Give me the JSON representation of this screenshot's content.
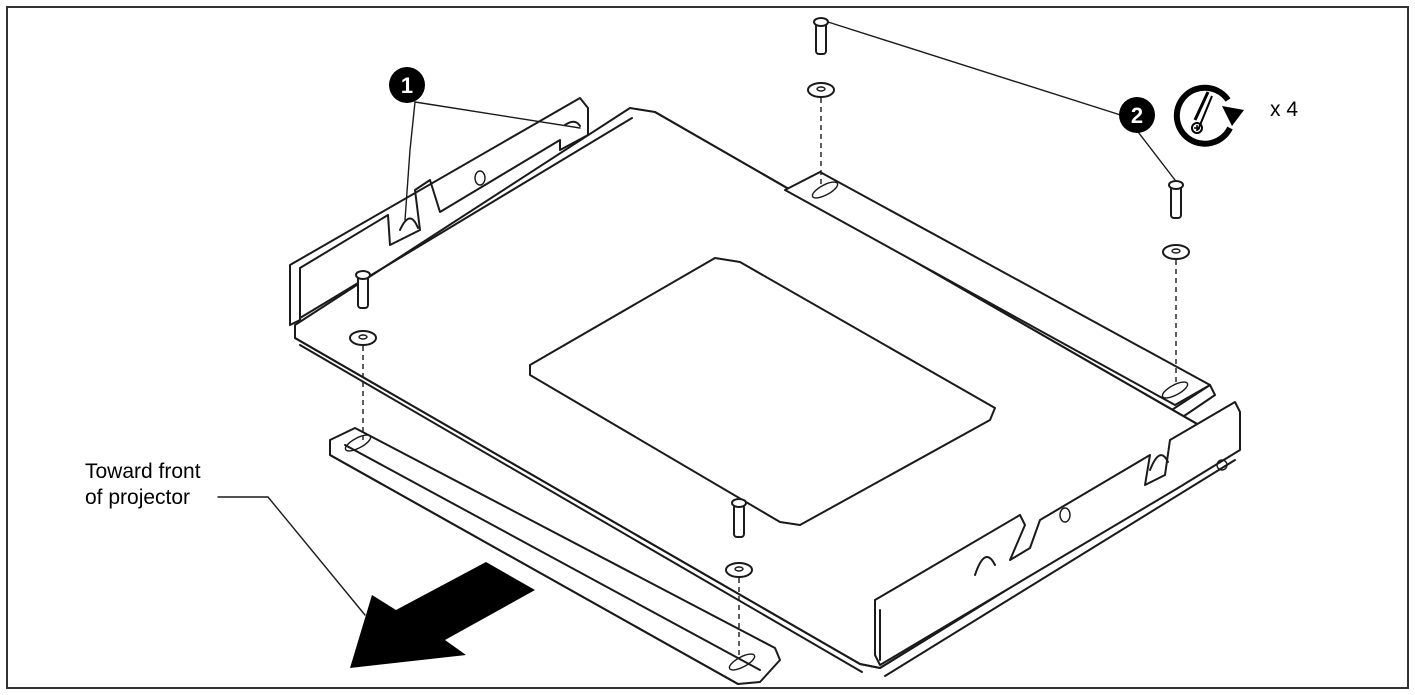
{
  "labels": {
    "front_line1": "Toward front",
    "front_line2": "of projector",
    "callout_1": "1",
    "callout_2": "2",
    "quantity": "x 4"
  },
  "icons": {
    "direction": "direction-arrow-icon",
    "tighten": "screw-tighten-clockwise-icon"
  },
  "colors": {
    "line": "#1a1a1a",
    "background": "#ffffff",
    "callout_fill": "#000000",
    "callout_text": "#ffffff"
  }
}
